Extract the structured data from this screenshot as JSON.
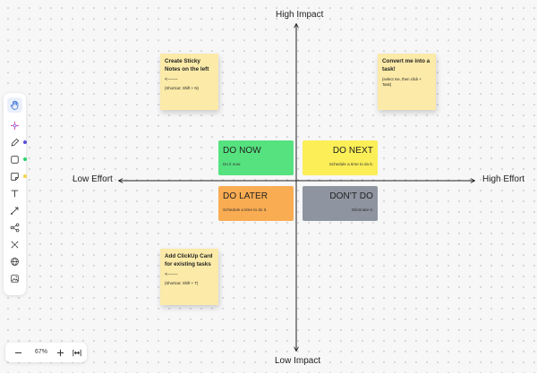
{
  "axes": {
    "top": "High Impact",
    "bottom": "Low Impact",
    "left": "Low Effort",
    "right": "High Effort"
  },
  "sticky_notes": [
    {
      "title": "Create Sticky Notes on the left",
      "arrow": "<------",
      "note": "(Shortcut: Shift + N)"
    },
    {
      "title": "Convert me into a task!",
      "note": "(select me, then click + Task)"
    },
    {
      "title": "Add ClickUp Card for existing tasks",
      "arrow": "<------",
      "note": "(Shortcut: Shift + T)"
    }
  ],
  "quadrants": {
    "do_now": {
      "title": "DO NOW",
      "desc": "Do it now.",
      "color": "#56e27f"
    },
    "do_next": {
      "title": "DO NEXT",
      "desc": "Schedule a time to do it.",
      "color": "#fbee57"
    },
    "do_later": {
      "title": "DO LATER",
      "desc": "Schedule a time to do it.",
      "color": "#f9ac52"
    },
    "dont_do": {
      "title": "DON'T DO",
      "desc": "Eliminate it.",
      "color": "#8e95a0"
    }
  },
  "toolbar": {
    "tools": [
      "hand-icon",
      "ai-sparkle-icon",
      "pen-icon",
      "shape-icon",
      "sticky-note-icon",
      "text-icon",
      "connector-icon",
      "mind-map-icon",
      "clickup-card-icon",
      "embed-globe-icon",
      "image-icon"
    ],
    "active_tool": "hand-icon",
    "pen_color": "#5b4ddb",
    "shape_color": "#2bd46a",
    "sticky_color": "#f5d54a"
  },
  "zoom": {
    "level": "67%",
    "zoom_out_icon": "minus-icon",
    "zoom_in_icon": "plus-icon",
    "fit_icon": "fit-width-icon"
  }
}
